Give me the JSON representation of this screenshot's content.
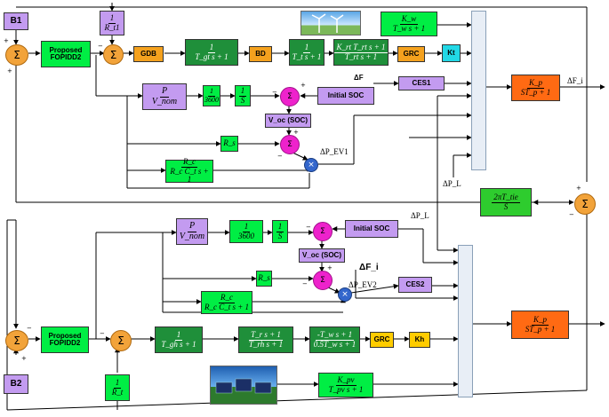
{
  "top": {
    "b1": "B1",
    "fopid": "Proposed FOPIDD2",
    "rt1": {
      "num": "1",
      "den": "R_t1"
    },
    "gdb": "GDB",
    "tgt": {
      "num": "1",
      "den": "T_gt s + 1"
    },
    "bd": "BD",
    "tt": {
      "num": "1",
      "den": "T_t s + 1"
    },
    "reheat": {
      "num": "K_rt T_rt s + 1",
      "den": "T_rt s + 1"
    },
    "grc": "GRC",
    "kt": "Kt",
    "wind": {
      "num": "K_w",
      "den": "T_w s + 1"
    },
    "p_vnom": {
      "num": "P",
      "den": "V_nom"
    },
    "k3600": {
      "num": "1",
      "den": "3600"
    },
    "integ": {
      "num": "1",
      "den": "S"
    },
    "init_soc": "Initial SOC",
    "voc": "V_oc (SOC)",
    "rs": "R_s",
    "rc": {
      "num": "R_c",
      "den": "R_c C_t s + 1"
    },
    "ces1": "CES1",
    "delta_f": "ΔF",
    "area": {
      "num": "K_p",
      "den": "ST_p + 1"
    },
    "delta_f1": "ΔF_i",
    "delta_pev1": "ΔP_EV1",
    "delta_pl": "ΔP_L"
  },
  "tie": {
    "num": "2πT_tie",
    "den": "S"
  },
  "bottom": {
    "b2": "B2",
    "fopid": "Proposed FOPIDD2",
    "rh": {
      "num": "1",
      "den": "R_t"
    },
    "tgh": {
      "num": "1",
      "den": "T_gh s + 1"
    },
    "trh": {
      "num": "T_r s + 1",
      "den": "T_rh s + 1"
    },
    "hydro": {
      "num": "-T_w s + 1",
      "den": "0.5T_w s + 1"
    },
    "grc": "GRC",
    "kh": "Kh",
    "p_vnom": {
      "num": "P",
      "den": "V_nom"
    },
    "k3600": {
      "num": "1",
      "den": "3600"
    },
    "integ": {
      "num": "1",
      "den": "S"
    },
    "init_soc": "Initial SOC",
    "voc": "V_oc (SOC)",
    "rs": "R_s",
    "rc": {
      "num": "R_c",
      "den": "R_c C_t s + 1"
    },
    "ces2": "CES2",
    "delta_fi": "ΔF_i",
    "delta_pev2": "ΔP_EV2",
    "delta_pl": "ΔP_L",
    "area": {
      "num": "K_p",
      "den": "ST_p + 1"
    },
    "pv": {
      "num": "K_pv",
      "den": "T_pv s + 1"
    }
  }
}
